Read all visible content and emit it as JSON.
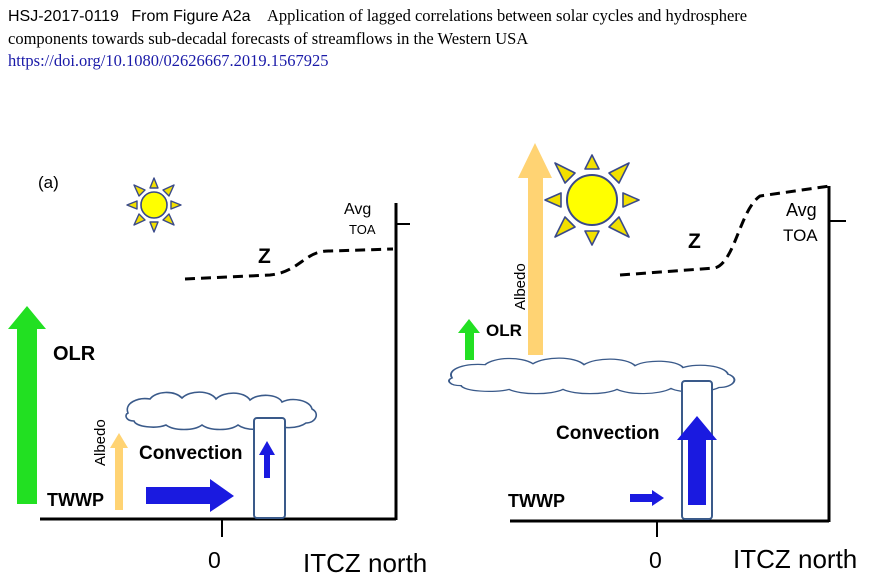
{
  "header": {
    "code": "HSJ-2017-0119",
    "figure": "From Figure A2a",
    "title_line1": "Application of lagged correlations between solar cycles and hydrosphere",
    "title_line2": "components towards sub-decadal forecasts of streamflows in the Western USA",
    "doi": "https://doi.org/10.1080/02626667.2019.1567925"
  },
  "panel_a": {
    "panel_label": "(a)",
    "z_label": "Z",
    "avg_label": "Avg",
    "toa_label": "TOA",
    "olr_label": "OLR",
    "albedo_label": "Albedo",
    "convection_label": "Convection",
    "twwp_label": "TWWP",
    "zero_label": "0",
    "itcz_label": "ITCZ north"
  },
  "panel_b": {
    "z_label": "Z",
    "avg_label": "Avg",
    "toa_label": "TOA",
    "olr_label": "OLR",
    "albedo_label": "Albedo",
    "convection_label": "Convection",
    "twwp_label": "TWWP",
    "zero_label": "0",
    "itcz_label": "ITCZ north"
  },
  "colors": {
    "olr_green": "#22e022",
    "albedo_yellow": "#ffd373",
    "convection_blue": "#1a1ae0",
    "sun_fill": "#ffff00",
    "sun_rays": "#f2e000",
    "sun_outline": "#3a4a8a",
    "cloud_outline": "#3a5a8a",
    "column_outline": "#3a5a8a",
    "doi_link": "#1a1aa8"
  }
}
